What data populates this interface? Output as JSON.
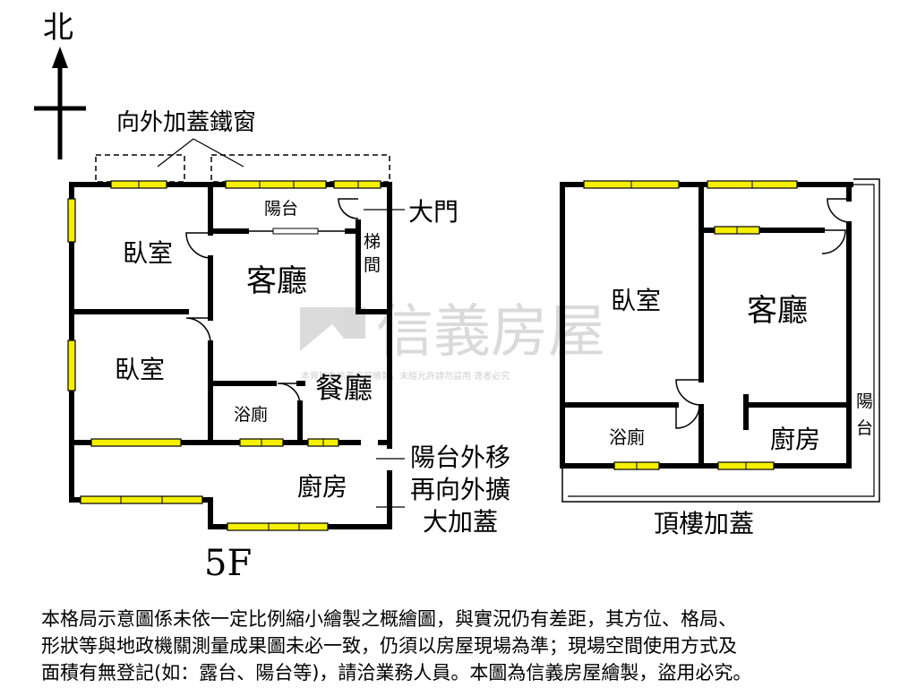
{
  "compass": {
    "north_label": "北"
  },
  "floor5": {
    "floor_label": "5F",
    "callout_iron_window": "向外加蓋鐵窗",
    "callout_main_door": "大門",
    "callout_balcony_ext": [
      "陽台外移",
      "再向外擴",
      "大加蓋"
    ],
    "rooms": {
      "balcony": "陽台",
      "stairs": [
        "梯",
        "間"
      ],
      "bedroom1": "臥室",
      "bedroom2": "臥室",
      "living": "客廳",
      "dining": "餐廳",
      "bath": "浴廁",
      "kitchen": "廚房"
    }
  },
  "rooftop": {
    "floor_label": "頂樓加蓋",
    "rooms": {
      "bedroom": "臥室",
      "living": "客廳",
      "bath": "浴廁",
      "kitchen": "廚房",
      "balcony": [
        "陽",
        "台"
      ]
    }
  },
  "watermark": {
    "brand": "信義房屋",
    "small_text": "本資料為信義房屋繪製，未經允許請勿盜用 違者必究"
  },
  "disclaimer": [
    "本格局示意圖係未依一定比例縮小繪製之概繪圖，與實況仍有差距，其方位、格局、",
    "形狀等與地政機關測量成果圖未必一致，仍須以房屋現場為準；現場空間使用方式及",
    "面積有無登記(如：露台、陽台等)，請洽業務人員。本圖為信義房屋繪製，盜用必究。"
  ],
  "colors": {
    "wall": "#000000",
    "window_fill": "#f5f000",
    "watermark": "#bdbdbd"
  }
}
